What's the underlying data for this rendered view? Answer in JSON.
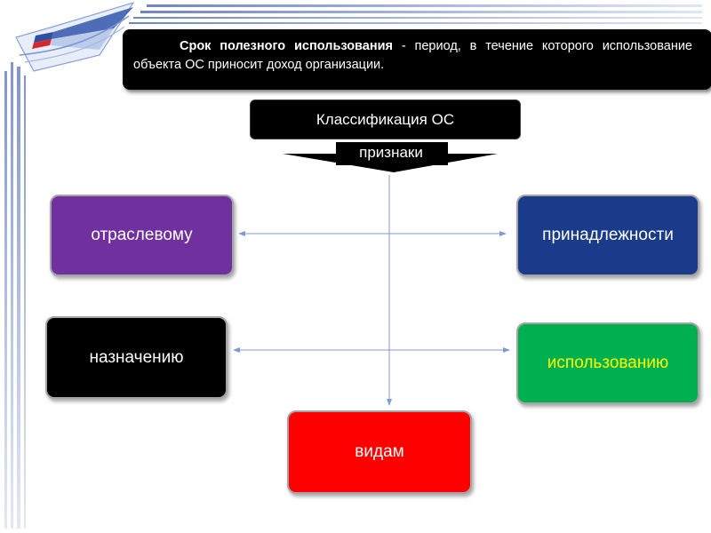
{
  "definition": {
    "term": "Срок полезного использования",
    "text": " - период, в течение которого использование объекта ОС приносит доход организации."
  },
  "diagram": {
    "root": "Классификация ОС",
    "connector": "признаки",
    "nodes": {
      "industry": "отраслевому",
      "ownership": "принадлежности",
      "purpose": "назначению",
      "usage": "использованию",
      "types": "видам"
    }
  },
  "colors": {
    "industry": "#7030a0",
    "ownership": "#1a3a8a",
    "purpose": "#000000",
    "usage": "#00b050",
    "usage_text": "#ffff00",
    "types": "#ff0000"
  }
}
